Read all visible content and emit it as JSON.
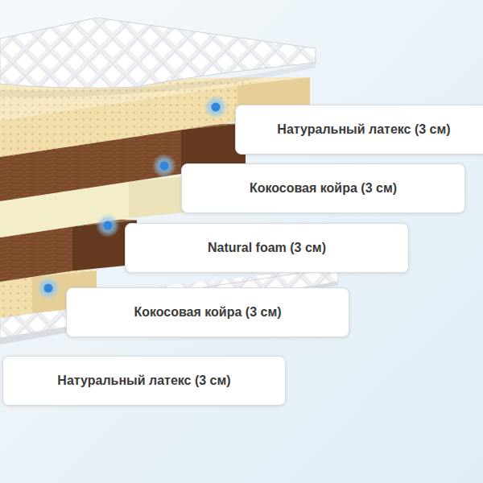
{
  "diagram": {
    "nodes": [
      {
        "text": [
          "Натуральный латекс (3 см)"
        ]
      },
      {
        "text": [
          "Кокосовая койра (3 см)"
        ]
      },
      {
        "text": [
          "Natural foam (3 см)"
        ]
      },
      {
        "text": [
          "Кокосовая койра (3 см)"
        ]
      },
      {
        "text": [
          "Натуральный латекс (3 см)"
        ]
      }
    ]
  }
}
